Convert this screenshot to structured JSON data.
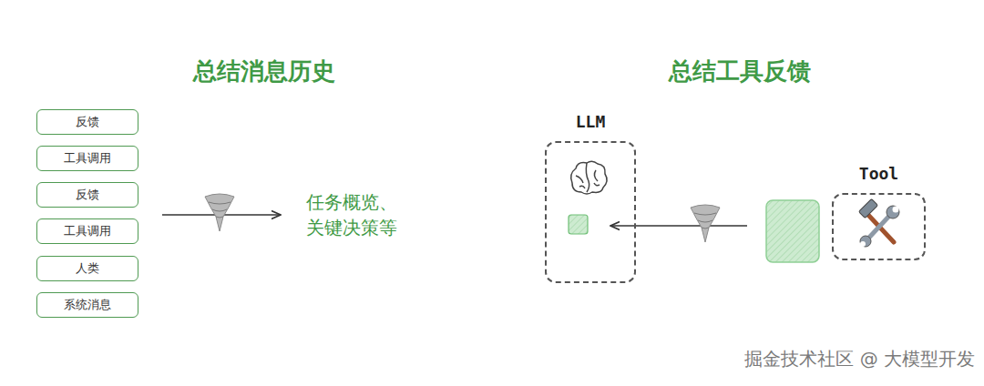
{
  "diagram": {
    "nodes": [
      {
        "text": [
          "反馈"
        ]
      },
      {
        "text": [
          "工具调用"
        ]
      },
      {
        "text": [
          "反馈"
        ]
      },
      {
        "text": [
          "工具调用"
        ]
      },
      {
        "text": [
          "人类"
        ]
      },
      {
        "text": [
          "系统消息"
        ]
      },
      {
        "text": [
          "LLM"
        ]
      },
      {
        "text": [
          "Tool"
        ]
      }
    ],
    "labels": [
      "总结消息历史",
      "任务概览、关键决策等",
      "总结工具反馈",
      "掘金技术社区 @ 大模型开发"
    ]
  }
}
